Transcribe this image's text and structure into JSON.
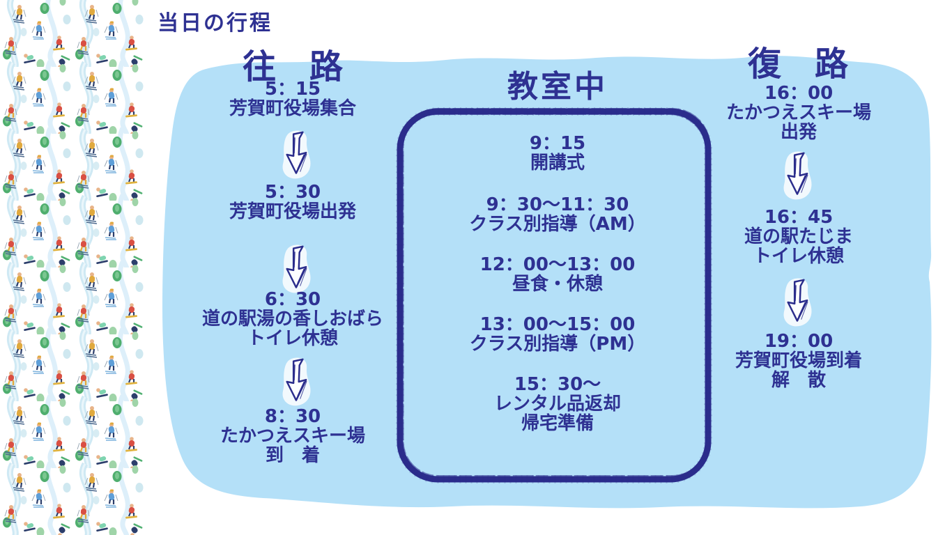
{
  "title": "当日の行程",
  "colors": {
    "navy_text": "#2e3192",
    "crayon_navy": "#2b2d8c",
    "sky_blue_blob": "#b4e0f8",
    "pattern_background": "#ffffff"
  },
  "icons": {
    "down_arrow": "hand-drawn-down-arrow",
    "left_strip": "ski-slope-pattern"
  },
  "columns": {
    "outbound": {
      "header": "往　路",
      "stops": [
        {
          "time": "5：15",
          "lines": [
            "芳賀町役場集合"
          ]
        },
        {
          "time": "5：30",
          "lines": [
            "芳賀町役場出発"
          ]
        },
        {
          "time": "6：30",
          "lines": [
            "道の駅湯の香しおばら",
            "トイレ休憩"
          ]
        },
        {
          "time": "8：30",
          "lines": [
            "たかつえスキー場",
            "到　着"
          ]
        }
      ]
    },
    "classroom": {
      "header": "教室中",
      "items": [
        {
          "time": "9：15",
          "lines": [
            "開講式"
          ]
        },
        {
          "time": "9：30～11：30",
          "lines": [
            "クラス別指導（AM）"
          ]
        },
        {
          "time": "12：00～13：00",
          "lines": [
            "昼食・休憩"
          ]
        },
        {
          "time": "13：00～15：00",
          "lines": [
            "クラス別指導（PM）"
          ]
        },
        {
          "time": "15：30～",
          "lines": [
            "レンタル品返却",
            "帰宅準備"
          ]
        }
      ]
    },
    "return": {
      "header": "復　路",
      "stops": [
        {
          "time": "16：00",
          "lines": [
            "たかつえスキー場",
            "出発"
          ]
        },
        {
          "time": "16：45",
          "lines": [
            "道の駅たじま",
            "トイレ休憩"
          ]
        },
        {
          "time": "19：00",
          "lines": [
            "芳賀町役場到着",
            "解　散"
          ]
        }
      ]
    }
  }
}
